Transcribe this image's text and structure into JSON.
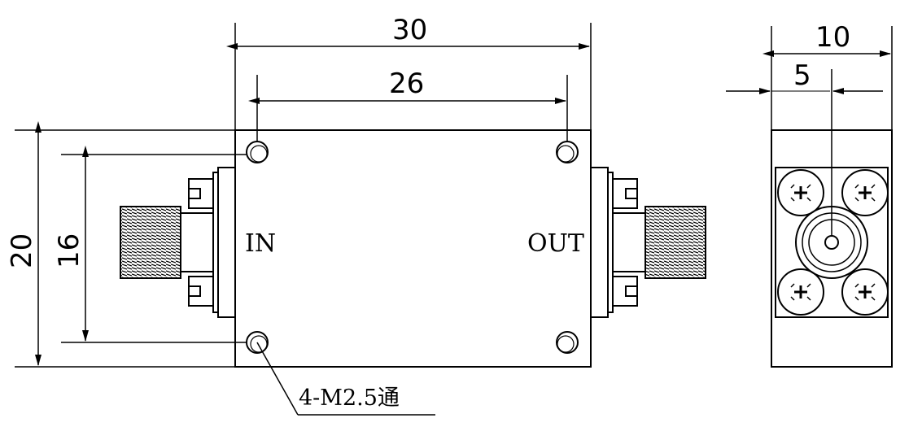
{
  "dimensions": {
    "overall_width": "30",
    "hole_spacing_x": "26",
    "overall_height": "20",
    "hole_spacing_y": "16",
    "side_width": "10",
    "side_center": "5"
  },
  "ports": {
    "input": "IN",
    "output": "OUT"
  },
  "callout": {
    "holes": "4-M2.5通"
  }
}
